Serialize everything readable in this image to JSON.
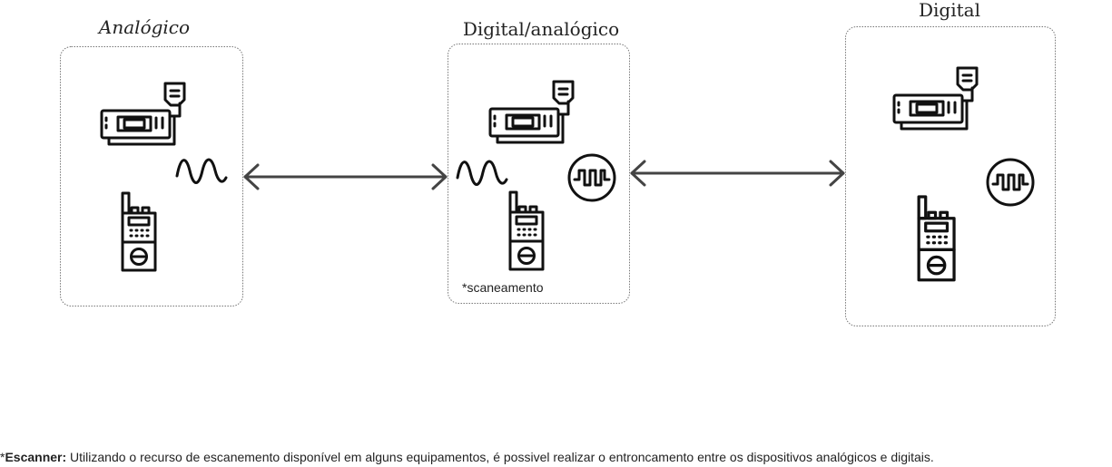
{
  "panels": {
    "analog": {
      "title": "Analógico"
    },
    "hybrid": {
      "title": "Digital/analógico",
      "note": "*scaneamento"
    },
    "digital": {
      "title": "Digital"
    }
  },
  "footnote": {
    "term": "Escanner:",
    "text": "Utilizando o recurso de escanemento disponível em alguns equipamentos, é possivel realizar o entroncamento entre os dispositivos analógicos e digitais."
  },
  "icons": [
    "mobile-radio-icon",
    "portable-radio-icon",
    "analog-wave-icon",
    "digital-signal-icon",
    "bidirectional-arrow-icon"
  ]
}
